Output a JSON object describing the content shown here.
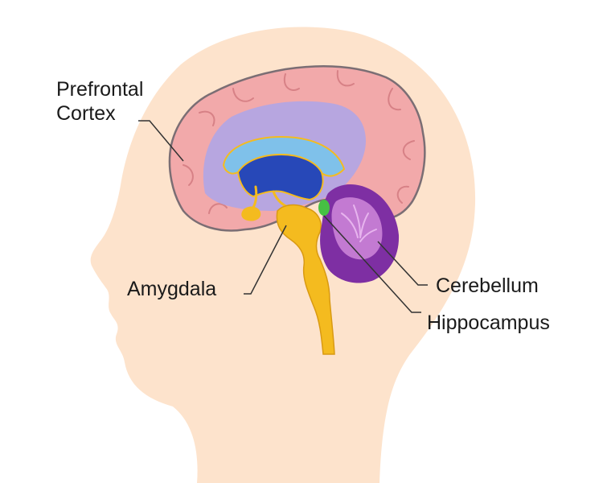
{
  "labels": {
    "prefrontal_line1": "Prefrontal",
    "prefrontal_line2": "Cortex",
    "amygdala": "Amygdala",
    "cerebellum": "Cerebellum",
    "hippocampus": "Hippocampus"
  },
  "colors": {
    "background": "#ffffff",
    "skin": "#fde3cc",
    "cortex": "#f2a9aa",
    "cortex_outline": "#7b6e74",
    "inner_region": "#b7a6e0",
    "corpus_callosum": "#7fc1ea",
    "ventricle": "#2748b8",
    "brainstem": "#f4bb1f",
    "cerebellum": "#7e2fa3",
    "cerebellum_highlight": "#c37ad2",
    "hippocampus": "#46c043",
    "leader_line": "#333333",
    "label_text": "#1a1a1a"
  }
}
